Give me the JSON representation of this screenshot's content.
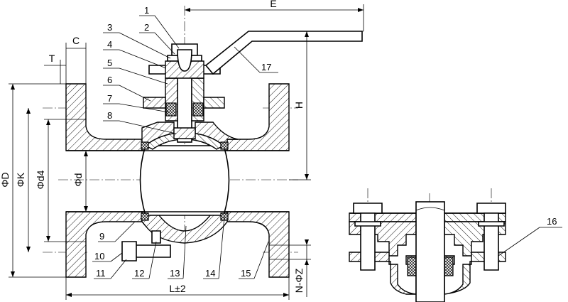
{
  "balloons": [
    "1",
    "2",
    "3",
    "4",
    "5",
    "6",
    "7",
    "8",
    "9",
    "10",
    "11",
    "12",
    "13",
    "14",
    "15",
    "16",
    "17"
  ],
  "dimensions": {
    "E": "E",
    "C": "C",
    "T": "T",
    "H": "H",
    "D": "ΦD",
    "K": "ΦK",
    "d4": "Φd4",
    "d": "Φd",
    "L": "L±2",
    "NZ": "N-ΦZ"
  }
}
